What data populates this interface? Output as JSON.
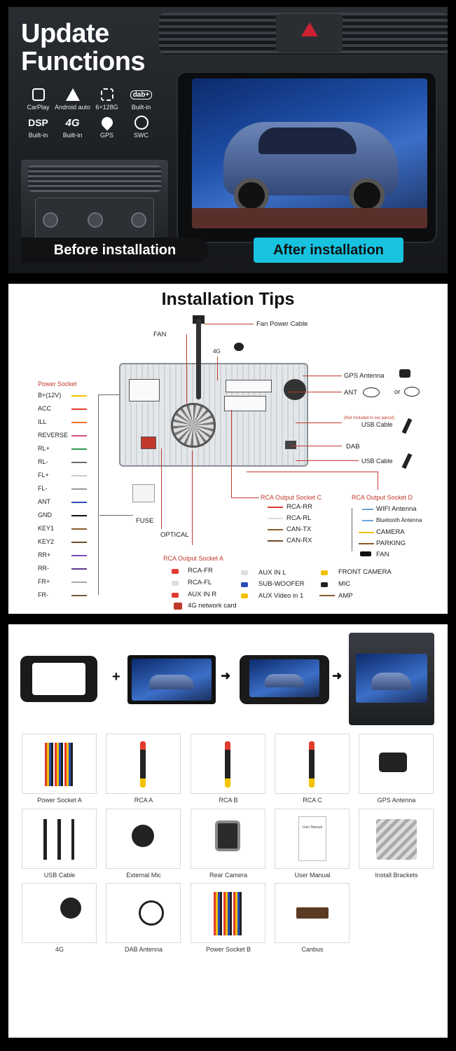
{
  "hero": {
    "title_line1": "Update",
    "title_line2": "Functions",
    "features": [
      {
        "icon": "carplay-icon",
        "label": "CarPlay"
      },
      {
        "icon": "android-auto-icon",
        "label": "Android auto"
      },
      {
        "icon": "chip-icon",
        "label": "6+128G"
      },
      {
        "icon": "dab-icon",
        "glyph": "dab+",
        "label": "Built-in"
      },
      {
        "icon": "dsp-icon",
        "glyph": "DSP",
        "label": "Built-in"
      },
      {
        "icon": "4g-icon",
        "glyph": "4G",
        "label": "Built-in"
      },
      {
        "icon": "gps-icon",
        "label": "GPS"
      },
      {
        "icon": "steering-wheel-icon",
        "label": "SWC"
      }
    ],
    "before_label": "Before installation",
    "after_label": "After installation",
    "accent_color": "#18c3e0"
  },
  "tips": {
    "title": "Installation Tips",
    "fan_power": "Fan Power Cable",
    "fan": "FAN",
    "g4": "4G",
    "gps_antenna": "GPS Antenna",
    "ant": "ANT",
    "or": "or",
    "not_included": "(Not included in our parcel)",
    "usb_cable_1": "USB Cable",
    "dab": "DAB",
    "usb_cable_2": "USB Cable",
    "fuse": "FUSE",
    "optical": "OPTICAL",
    "power_socket": {
      "title": "Power Socket",
      "pins": [
        {
          "label": "B+(12V)",
          "color": "#f2c200"
        },
        {
          "label": "ACC",
          "color": "#e23b2e"
        },
        {
          "label": "ILL",
          "color": "#e8702a"
        },
        {
          "label": "REVERSE",
          "color": "#d94f7a"
        },
        {
          "label": "RL+",
          "color": "#2e9b4e"
        },
        {
          "label": "RL-",
          "color": "#6c6c6c"
        },
        {
          "label": "FL+",
          "color": "#f5f5f5"
        },
        {
          "label": "FL-",
          "color": "#999999"
        },
        {
          "label": "ANT",
          "color": "#2d4db8"
        },
        {
          "label": "GND",
          "color": "#111111"
        },
        {
          "label": "KEY1",
          "color": "#8b5a2b"
        },
        {
          "label": "KEY2",
          "color": "#6b4a2b"
        },
        {
          "label": "RR+",
          "color": "#7b4bbf"
        },
        {
          "label": "RR-",
          "color": "#5a3a8a"
        },
        {
          "label": "FR+",
          "color": "#a8a8a8"
        },
        {
          "label": "FR-",
          "color": "#7a5a3a"
        }
      ]
    },
    "rca_c": {
      "title": "RCA Output Socket C",
      "items": [
        "RCA-RR",
        "RCA-RL",
        "CAN-TX",
        "CAN-RX"
      ]
    },
    "rca_d": {
      "title": "RCA Output Socket D",
      "items": [
        "WIFI Antenna",
        "Bluetooth Antenna",
        "CAMERA",
        "PARKING",
        "FAN"
      ]
    },
    "rca_a": {
      "title": "RCA Output Socket A",
      "col1": [
        "RCA-FR",
        "RCA-FL",
        "AUX IN R",
        "4G network card"
      ],
      "col2": [
        "AUX IN L",
        "SUB-WOOFER",
        "AUX Video in 1"
      ],
      "col3": [
        "FRONT CAMERA",
        "MIC",
        "AMP"
      ]
    }
  },
  "package": {
    "symbols": [
      "+",
      "➜",
      "➜"
    ],
    "items": [
      {
        "label": "Power Socket A",
        "icon": "power-socket-harness-icon"
      },
      {
        "label": "RCA  A",
        "icon": "rca-cable-icon"
      },
      {
        "label": "RCA  B",
        "icon": "rca-cable-icon"
      },
      {
        "label": "RCA  C",
        "icon": "rca-cable-icon"
      },
      {
        "label": "GPS Antenna",
        "icon": "gps-antenna-icon"
      },
      {
        "label": "USB Cable",
        "icon": "usb-cable-icon"
      },
      {
        "label": "External Mic",
        "icon": "microphone-icon"
      },
      {
        "label": "Rear Camera",
        "icon": "camera-icon"
      },
      {
        "label": "User Manual",
        "icon": "manual-icon",
        "cover_text": "User Manual"
      },
      {
        "label": "Install Brackets",
        "icon": "bracket-icon"
      },
      {
        "label": "4G",
        "icon": "4g-antenna-icon"
      },
      {
        "label": "DAB Antenna",
        "icon": "dab-antenna-icon"
      },
      {
        "label": "Power Socket B",
        "icon": "power-socket-harness-icon"
      },
      {
        "label": "Canbus",
        "icon": "canbus-box-icon"
      }
    ]
  }
}
